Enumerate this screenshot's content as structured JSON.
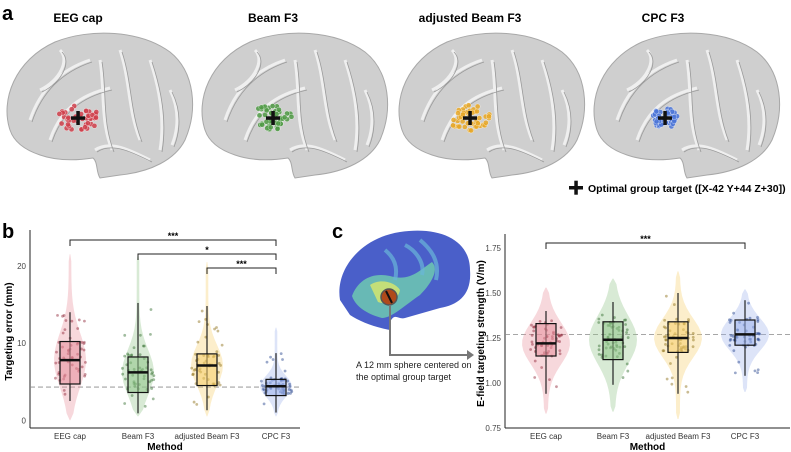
{
  "panel_a": {
    "label": "a",
    "brains": [
      {
        "title": "EEG cap",
        "color": "#d0404c"
      },
      {
        "title": "Beam F3",
        "color": "#4f9a45"
      },
      {
        "title": "adjusted Beam F3",
        "color": "#e8a826"
      },
      {
        "title": "CPC F3",
        "color": "#4a74d8"
      }
    ],
    "legend": "Optimal group target ([X-42 Y+44 Z+30])",
    "legend_icon": "plus-icon"
  },
  "panel_c_inset": {
    "annotation_line1": "A 12 mm sphere centered on",
    "annotation_line2": "the optimal group target"
  },
  "chart_data": [
    {
      "panel": "b",
      "type": "violin-box",
      "xlabel": "Method",
      "ylabel": "Targeting error (mm)",
      "categories": [
        "EEG cap",
        "Beam F3",
        "adjusted Beam F3",
        "CPC F3"
      ],
      "colors": [
        "#e8909c",
        "#8fc488",
        "#f5cd6a",
        "#9db3ec"
      ],
      "yticks": [
        "0",
        "10",
        "20"
      ],
      "ylim": [
        -1,
        24
      ],
      "reference_line": 4.3,
      "boxes": [
        {
          "q1": 4.7,
          "median": 7.8,
          "q3": 10.2,
          "whisker_low": 2.5,
          "whisker_high": 14.0,
          "violin_min": 0,
          "violin_max": 21.5
        },
        {
          "q1": 3.6,
          "median": 6.2,
          "q3": 8.2,
          "whisker_low": 0.9,
          "whisker_high": 15.2,
          "violin_min": 0.5,
          "violin_max": 21.5
        },
        {
          "q1": 4.5,
          "median": 7.1,
          "q3": 8.6,
          "whisker_low": 1.3,
          "whisker_high": 14.8,
          "violin_min": 0.5,
          "violin_max": 20.5
        },
        {
          "q1": 3.2,
          "median": 4.4,
          "q3": 5.3,
          "whisker_low": 1.0,
          "whisker_high": 8.7,
          "violin_min": 0.5,
          "violin_max": 12.0
        }
      ],
      "significance": [
        {
          "from": "EEG cap",
          "to": "CPC F3",
          "label": "***"
        },
        {
          "from": "Beam F3",
          "to": "CPC F3",
          "label": "*"
        },
        {
          "from": "adjusted Beam F3",
          "to": "CPC F3",
          "label": "***"
        }
      ]
    },
    {
      "panel": "c",
      "type": "violin-box",
      "xlabel": "Method",
      "ylabel": "E-field targeting strength (V/m)",
      "categories": [
        "EEG cap",
        "Beam F3",
        "adjusted Beam F3",
        "CPC F3"
      ],
      "colors": [
        "#e8909c",
        "#8fc488",
        "#f5cd6a",
        "#9db3ec"
      ],
      "yticks": [
        "0.75",
        "1.00",
        "1.25",
        "1.50",
        "1.75"
      ],
      "ylim": [
        0.75,
        1.8
      ],
      "reference_line": 1.27,
      "boxes": [
        {
          "q1": 1.15,
          "median": 1.22,
          "q3": 1.33,
          "whisker_low": 0.94,
          "whisker_high": 1.4,
          "violin_min": 0.83,
          "violin_max": 1.53
        },
        {
          "q1": 1.13,
          "median": 1.24,
          "q3": 1.34,
          "whisker_low": 0.99,
          "whisker_high": 1.45,
          "violin_min": 0.84,
          "violin_max": 1.58
        },
        {
          "q1": 1.17,
          "median": 1.25,
          "q3": 1.34,
          "whisker_low": 0.94,
          "whisker_high": 1.5,
          "violin_min": 0.8,
          "violin_max": 1.62
        },
        {
          "q1": 1.21,
          "median": 1.27,
          "q3": 1.35,
          "whisker_low": 1.04,
          "whisker_high": 1.46,
          "violin_min": 0.95,
          "violin_max": 1.52
        }
      ],
      "significance": [
        {
          "from": "EEG cap",
          "to": "CPC F3",
          "label": "***"
        }
      ]
    }
  ]
}
